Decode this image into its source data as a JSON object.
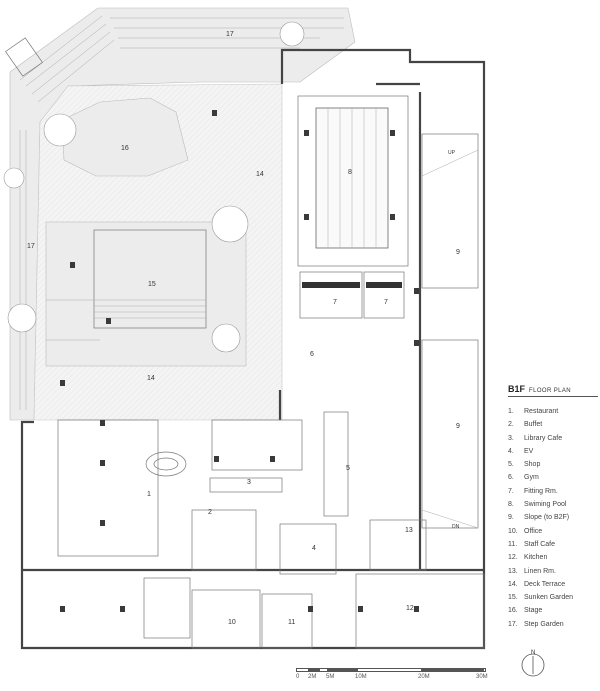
{
  "plan": {
    "code": "B1F",
    "title": "FLOOR PLAN"
  },
  "legend": [
    {
      "no": "1.",
      "name": "Restaurant"
    },
    {
      "no": "2.",
      "name": "Buffet"
    },
    {
      "no": "3.",
      "name": "Library Cafe"
    },
    {
      "no": "4.",
      "name": "EV"
    },
    {
      "no": "5.",
      "name": "Shop"
    },
    {
      "no": "6.",
      "name": "Gym"
    },
    {
      "no": "7.",
      "name": "Fitting Rm."
    },
    {
      "no": "8.",
      "name": "Swiming Pool"
    },
    {
      "no": "9.",
      "name": "Slope (to B2F)"
    },
    {
      "no": "10.",
      "name": "Office"
    },
    {
      "no": "11.",
      "name": "Staff Cafe"
    },
    {
      "no": "12.",
      "name": "Kitchen"
    },
    {
      "no": "13.",
      "name": "Linen Rm."
    },
    {
      "no": "14.",
      "name": "Deck Terrace"
    },
    {
      "no": "15.",
      "name": "Sunken Garden"
    },
    {
      "no": "16.",
      "name": "Stage"
    },
    {
      "no": "17.",
      "name": "Step Garden"
    }
  ],
  "rooms": {
    "r1": "1",
    "r2": "2",
    "r3": "3",
    "r4": "4",
    "r5": "5",
    "r6": "6",
    "r7a": "7",
    "r7b": "7",
    "r8": "8",
    "r9a": "9",
    "r9b": "9",
    "r10": "10",
    "r11": "11",
    "r12": "12",
    "r13": "13",
    "r14a": "14",
    "r14b": "14",
    "r15": "15",
    "r16": "16",
    "r17a": "17",
    "r17b": "17"
  },
  "markers": {
    "up": "UP",
    "dn": "DN"
  },
  "scale": {
    "ticks": [
      "0",
      "2M",
      "5M",
      "10M",
      "20M",
      "30M"
    ]
  },
  "north": {
    "label": "N"
  },
  "colors": {
    "wall": "#444444",
    "garden": "#ececec",
    "columns": "#3a3a3a"
  }
}
